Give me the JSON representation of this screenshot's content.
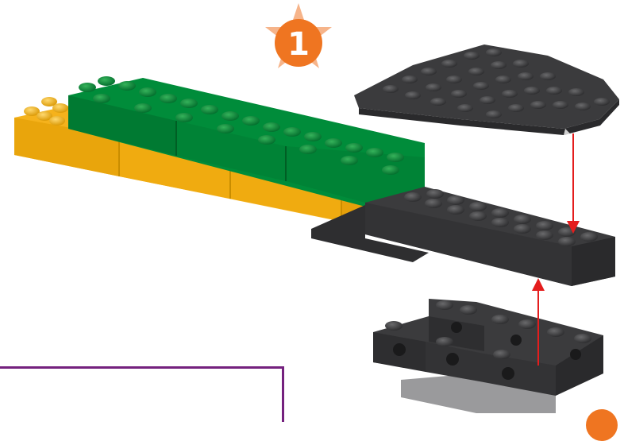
{
  "step": {
    "number": "1"
  },
  "colors": {
    "step_badge_fill": "#ef7521",
    "step_badge_star": "#f6b48a",
    "yellow_brick": "#f5b21c",
    "green_brick": "#008c3a",
    "dark_brick": "#3b3b3d",
    "light_grey_plate": "#9a9a9c",
    "arrow": "#e41d1d",
    "callout_border": "#74217e"
  },
  "parts": [
    "yellow-brick-row",
    "green-brick-row",
    "dark-wedge-plate",
    "dark-long-brick",
    "dark-technic-brick-assembly"
  ]
}
